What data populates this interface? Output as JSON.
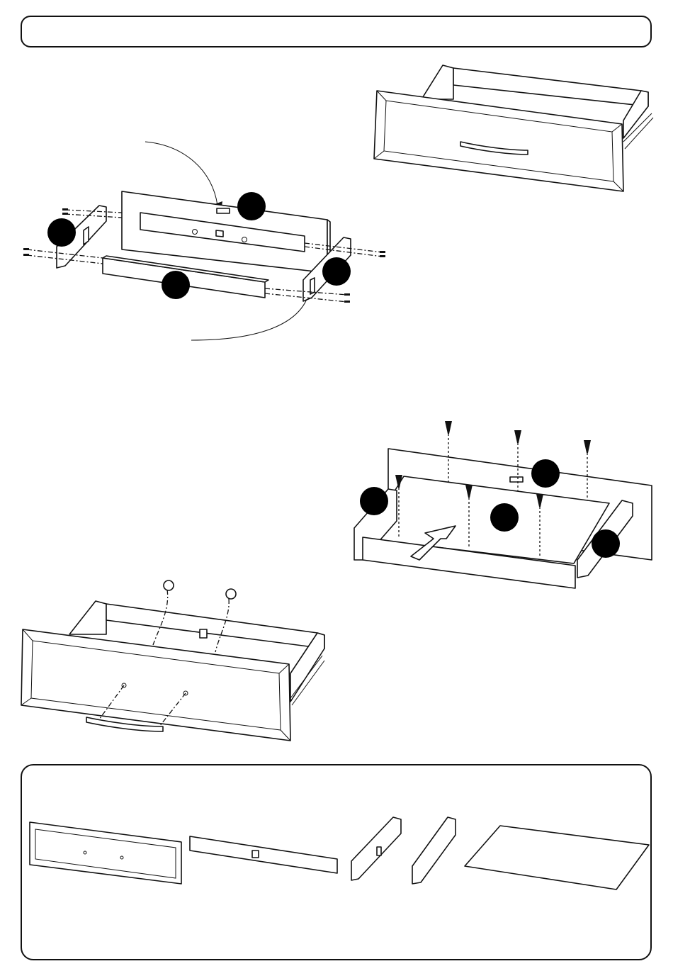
{
  "header": {
    "title": ""
  },
  "parts_panel": {
    "title": ""
  },
  "steps": [
    {
      "name": "frame-assembly",
      "callouts": [
        "",
        "",
        "",
        ""
      ]
    },
    {
      "name": "finished-drawer"
    },
    {
      "name": "bottom-panel-install",
      "callouts": [
        "",
        "",
        "",
        ""
      ]
    },
    {
      "name": "handle-mounting"
    }
  ],
  "colors": {
    "line": "#111111",
    "callout": "#000000",
    "background": "#ffffff"
  }
}
